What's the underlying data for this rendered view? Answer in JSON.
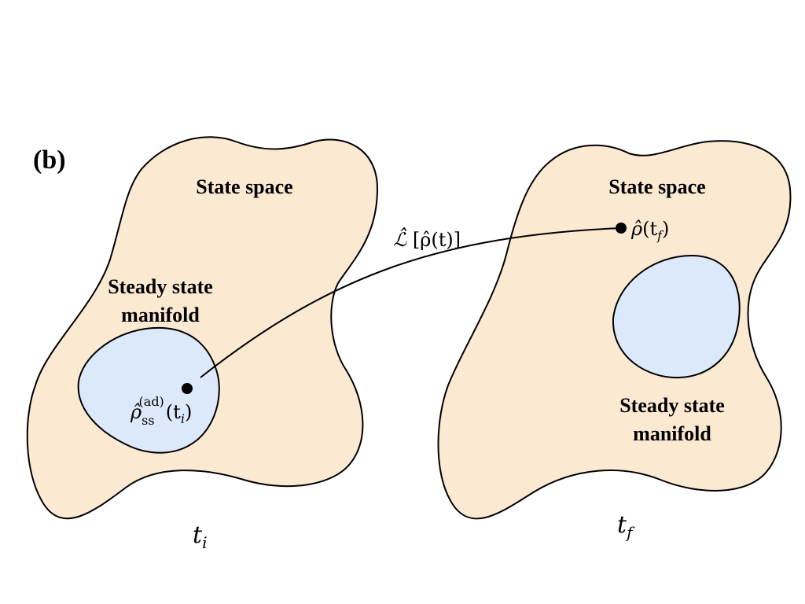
{
  "panel_label": "(b)",
  "left": {
    "region_title": "State space",
    "manifold_label_line1": "Steady state",
    "manifold_label_line2": "manifold",
    "state_symbol": "ρ̂",
    "state_subscript": "ss",
    "state_superscript": "(ad)",
    "state_arg": "(t",
    "state_arg_sub": "i",
    "state_arg_close": ")",
    "time_symbol": "t",
    "time_sub": "i"
  },
  "right": {
    "region_title": "State space",
    "manifold_label_line1": "Steady state",
    "manifold_label_line2": "manifold",
    "state_symbol": "ρ̂",
    "state_arg": "(t",
    "state_arg_sub": "f",
    "state_arg_close": ")",
    "time_symbol": "t",
    "time_sub": "f"
  },
  "trajectory": {
    "operator": "ℒ̂",
    "argument": " [ρ̂(t)]"
  },
  "colors": {
    "state_space_fill": "#fbe9d2",
    "manifold_fill": "#dce9fa",
    "outline": "#000000"
  }
}
